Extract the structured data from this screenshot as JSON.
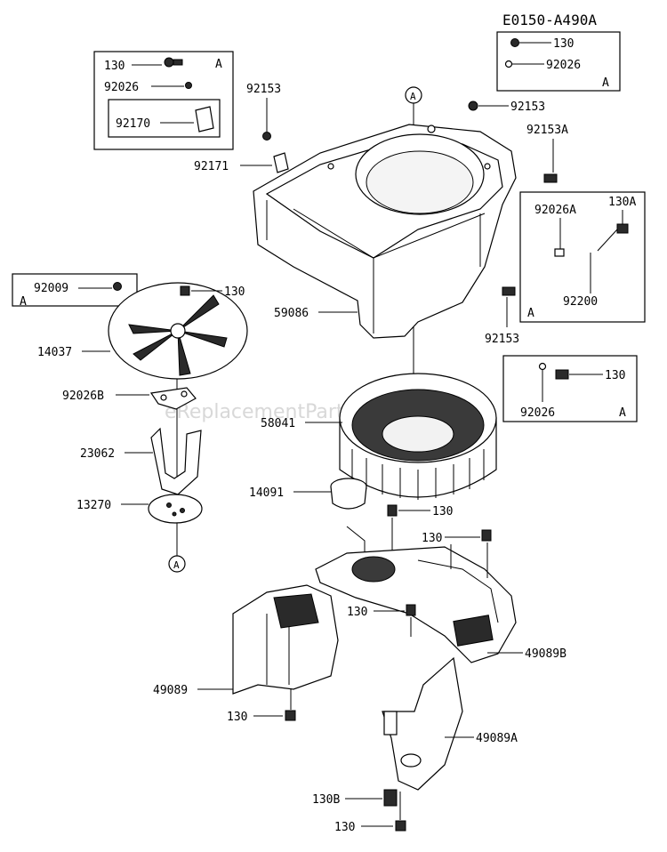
{
  "diagram_id": "E0150-A490A",
  "watermark": "eReplacementParts.com",
  "ref_marker": "A",
  "boxes": {
    "top_left": {
      "label": "A",
      "parts": [
        "130",
        "92026",
        "92170"
      ]
    },
    "top_right": {
      "label": "A",
      "parts": [
        "130",
        "92026"
      ]
    },
    "mid_right": {
      "label": "A",
      "parts": [
        "92026A",
        "130A",
        "92200"
      ]
    },
    "left": {
      "label": "A",
      "parts": [
        "92009"
      ]
    },
    "lower_right": {
      "label": "A",
      "parts": [
        "130",
        "92026"
      ]
    }
  },
  "callouts": {
    "p92153_a": "92153",
    "p92171": "92171",
    "p92153_b": "92153",
    "p92153a": "92153A",
    "p59086": "59086",
    "p92153_c": "92153",
    "p130_fan": "130",
    "p14037": "14037",
    "p92026b": "92026B",
    "p23062": "23062",
    "p13270": "13270",
    "p58041": "58041",
    "p14091": "14091",
    "p130_d": "130",
    "p130_e": "130",
    "p130_f": "130",
    "p49089b": "49089B",
    "p49089": "49089",
    "p130_g": "130",
    "p49089a": "49089A",
    "p130b": "130B",
    "p130_h": "130"
  }
}
